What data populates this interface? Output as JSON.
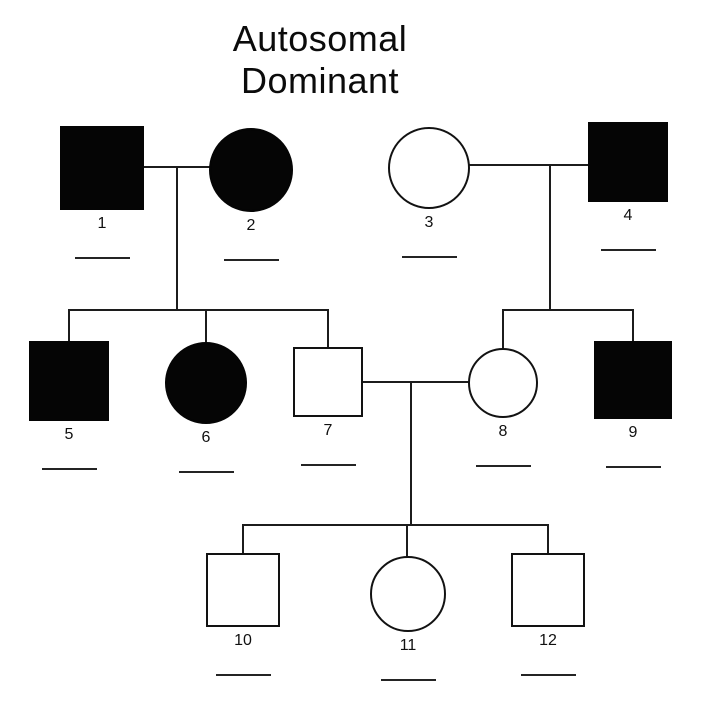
{
  "title": {
    "line1": "Autosomal",
    "line2": "Dominant"
  },
  "colors": {
    "background": "#ffffff",
    "symbol_fill": "#050505",
    "line": "#1c1c1c"
  },
  "pedigree": {
    "individuals": [
      {
        "label": "1",
        "sex": "male",
        "affected": true,
        "generation": 1
      },
      {
        "label": "2",
        "sex": "female",
        "affected": true,
        "generation": 1
      },
      {
        "label": "3",
        "sex": "female",
        "affected": false,
        "generation": 1
      },
      {
        "label": "4",
        "sex": "male",
        "affected": true,
        "generation": 1
      },
      {
        "label": "5",
        "sex": "male",
        "affected": true,
        "generation": 2
      },
      {
        "label": "6",
        "sex": "female",
        "affected": true,
        "generation": 2
      },
      {
        "label": "7",
        "sex": "male",
        "affected": false,
        "generation": 2
      },
      {
        "label": "8",
        "sex": "female",
        "affected": false,
        "generation": 2
      },
      {
        "label": "9",
        "sex": "male",
        "affected": true,
        "generation": 2
      },
      {
        "label": "10",
        "sex": "male",
        "affected": false,
        "generation": 3
      },
      {
        "label": "11",
        "sex": "female",
        "affected": false,
        "generation": 3
      },
      {
        "label": "12",
        "sex": "male",
        "affected": false,
        "generation": 3
      }
    ],
    "couples": [
      [
        "1",
        "2"
      ],
      [
        "3",
        "4"
      ],
      [
        "7",
        "8"
      ]
    ],
    "offspring": [
      {
        "parents": [
          "1",
          "2"
        ],
        "children": [
          "5",
          "6",
          "7"
        ]
      },
      {
        "parents": [
          "3",
          "4"
        ],
        "children": [
          "8",
          "9"
        ]
      },
      {
        "parents": [
          "7",
          "8"
        ],
        "children": [
          "10",
          "11",
          "12"
        ]
      }
    ]
  }
}
